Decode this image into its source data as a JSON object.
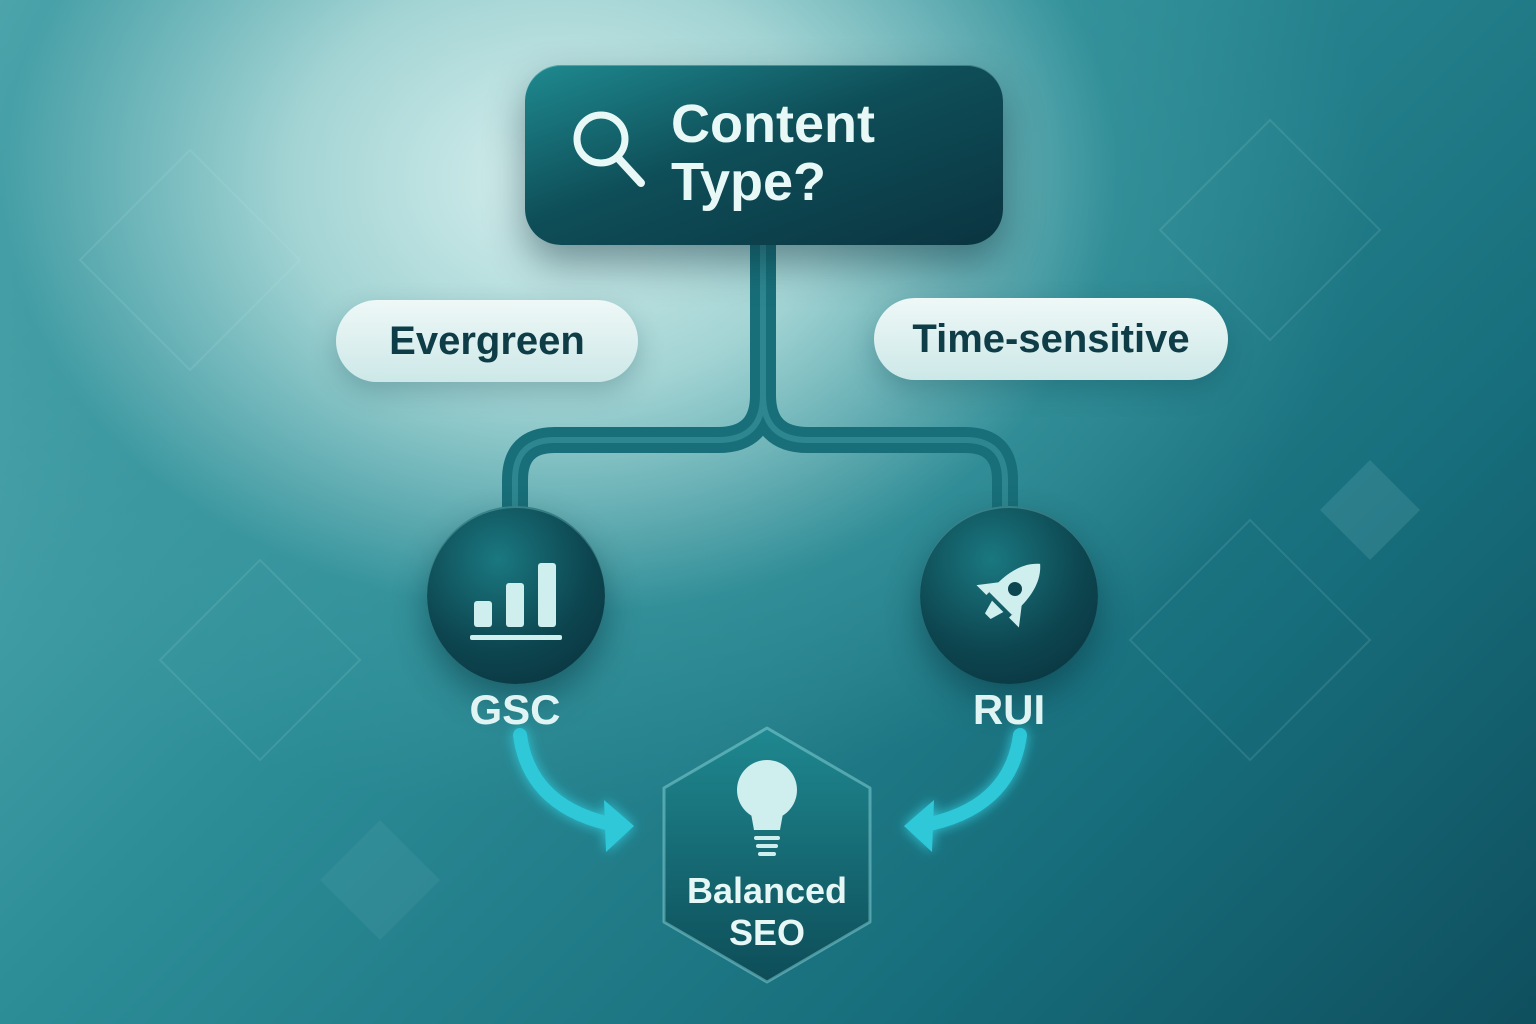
{
  "decision": {
    "question": "Content\nType?",
    "icon": "search-icon"
  },
  "branches": [
    {
      "label": "Evergreen"
    },
    {
      "label": "Time-sensitive"
    }
  ],
  "nodes": [
    {
      "label": "GSC",
      "icon": "bar-chart-icon"
    },
    {
      "label": "RUI",
      "icon": "rocket-icon"
    }
  ],
  "outcome": {
    "label": "Balanced\nSEO",
    "icon": "lightbulb-icon"
  },
  "colors": {
    "background_light": "#d6efee",
    "background_dark": "#0f4f5e",
    "node_dark": "#0a3440",
    "connector": "#186f79",
    "accent_arrow": "#2ec8d8",
    "pill_bg": "#eef8f7",
    "pill_text": "#0e3c47"
  }
}
